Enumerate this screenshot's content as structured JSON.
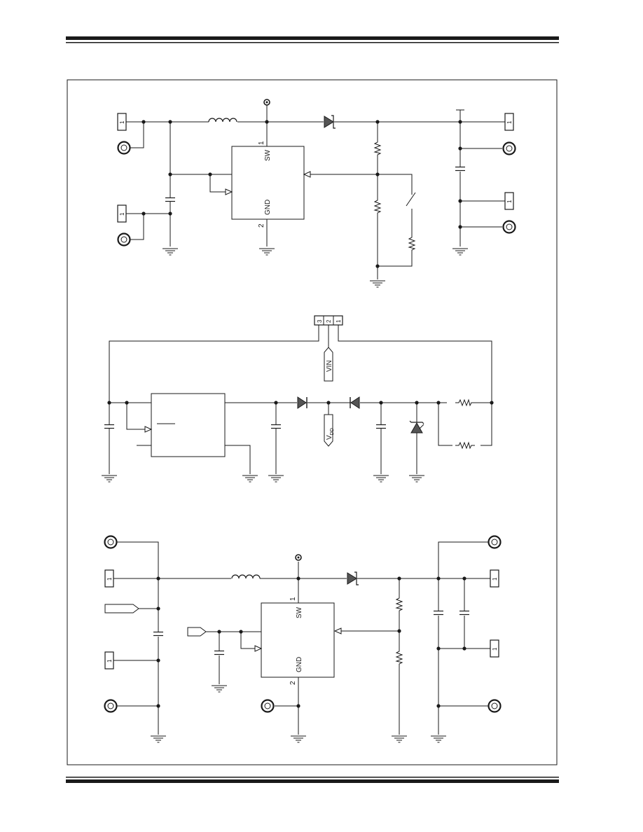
{
  "icons": {
    "connector": "single-pin-header-icon",
    "test_point": "test-point-ring-icon",
    "ground": "ground-icon"
  },
  "colors": {
    "wire": "#1a1a1a",
    "diode_fill": "#555555"
  },
  "labels": {
    "pin_one": "1",
    "pin_two": "2",
    "pin_three": "3",
    "sw": "SW",
    "gnd": "GND",
    "vin": "VIN",
    "vdd_main": "V",
    "vdd_sub": "DD"
  }
}
